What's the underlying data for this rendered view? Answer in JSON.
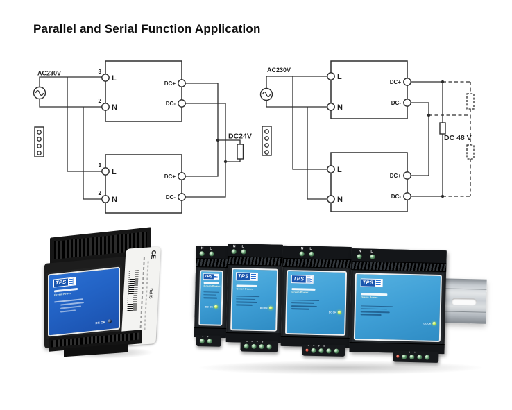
{
  "page": {
    "title": "Parallel and Serial Function Application"
  },
  "parallel_diagram": {
    "source_label": "AC230V",
    "load_label": "DC24V",
    "units": [
      {
        "pin_l_no": "3",
        "pin_l": "L",
        "pin_n_no": "2",
        "pin_n": "N",
        "out_pos": "DC+",
        "out_neg": "DC-"
      },
      {
        "pin_l_no": "3",
        "pin_l": "L",
        "pin_n_no": "2",
        "pin_n": "N",
        "out_pos": "DC+",
        "out_neg": "DC-"
      }
    ]
  },
  "serial_diagram": {
    "source_label": "AC230V",
    "load_label": "DC 48 V",
    "units": [
      {
        "pin_l": "L",
        "pin_n": "N",
        "out_pos": "DC+",
        "out_neg": "DC-"
      },
      {
        "pin_l": "L",
        "pin_n": "N",
        "out_pos": "DC+",
        "out_neg": "DC-"
      }
    ]
  },
  "photos": {
    "brand": "TPS",
    "product_line": "Green Power",
    "dc_ok_label": "DC OK",
    "terminal_n": "N",
    "terminal_l": "L",
    "cert_ce": "CE",
    "cert_rohs": "RoHS"
  },
  "colors": {
    "diagram_line": "#2d2d2d",
    "psu_blue_single": "#2262c4",
    "psu_blue_rail": "#3f9fd6",
    "led_on_green": "#b5e34e"
  }
}
